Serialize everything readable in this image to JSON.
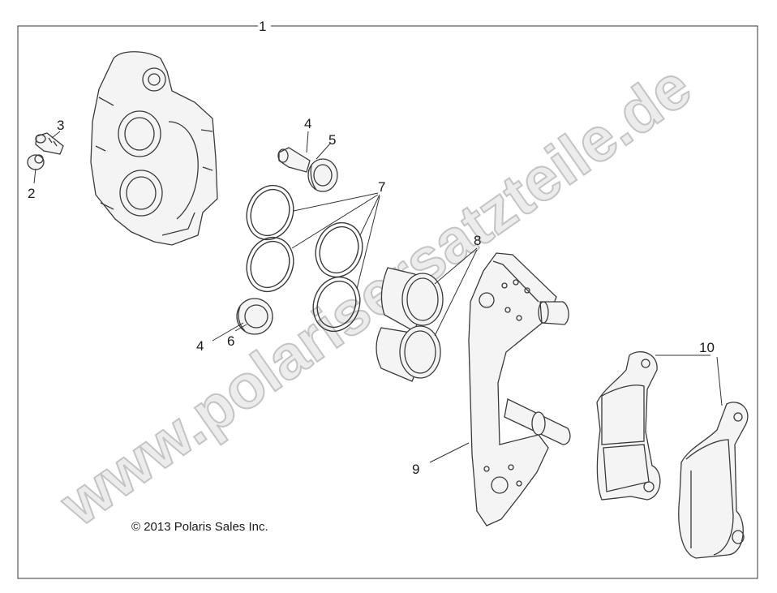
{
  "callouts": {
    "c1": "1",
    "c2": "2",
    "c3": "3",
    "c4a": "4",
    "c5": "5",
    "c7": "7",
    "c8": "8",
    "c4b": "4",
    "c6": "6",
    "c9": "9",
    "c10": "10"
  },
  "copyright": "© 2013 Polaris Sales Inc.",
  "watermark": "www.polarisersatzteile.de",
  "colors": {
    "line": "#3a3a3a",
    "watermark_fill": "#ececec",
    "watermark_stroke": "#c4c4c4"
  }
}
